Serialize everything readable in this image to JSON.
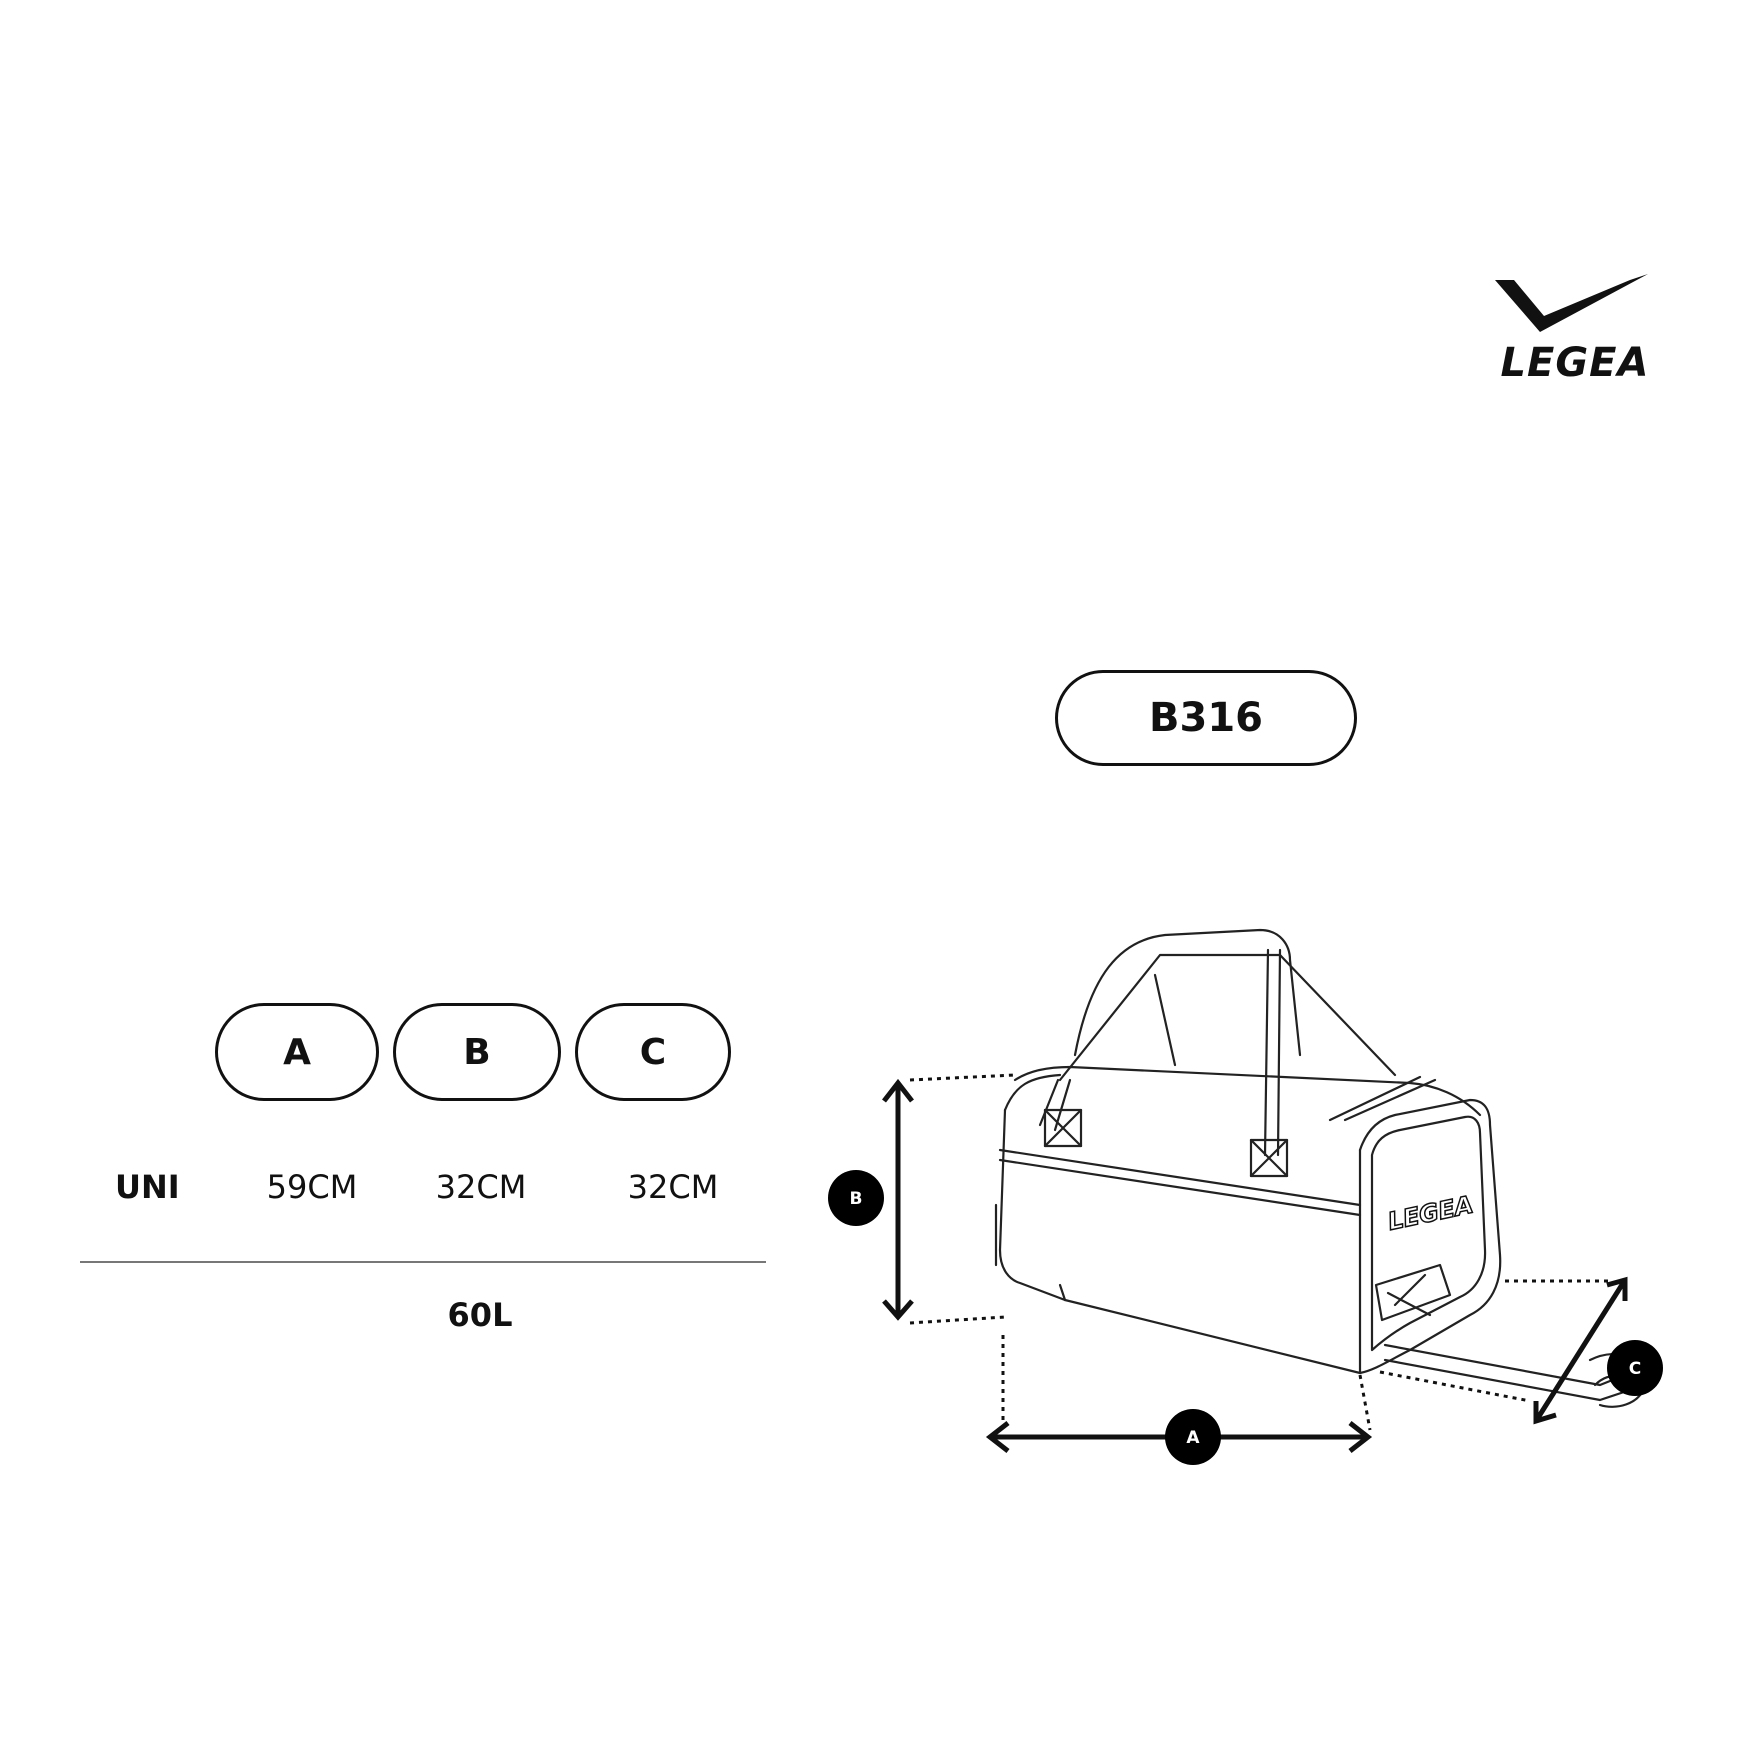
{
  "brand": {
    "name": "LEGEA"
  },
  "product": {
    "code": "B316"
  },
  "columns": [
    "A",
    "B",
    "C"
  ],
  "sizes": [
    {
      "label": "UNI",
      "values": [
        "59CM",
        "32CM",
        "32CM"
      ]
    }
  ],
  "volume": "60L",
  "diagram": {
    "markers": [
      "A",
      "B",
      "C"
    ],
    "bag_logo": "LEGEA"
  }
}
